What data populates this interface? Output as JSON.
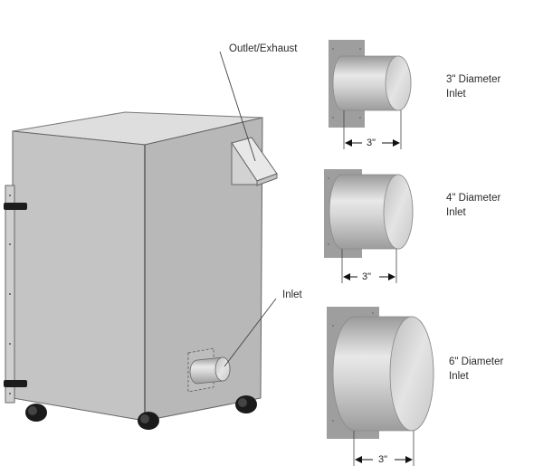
{
  "diagram": {
    "type": "technical-illustration",
    "subject": "cabinet unit on casters with inlet adapter options",
    "callouts": {
      "outlet": "Outlet/Exhaust",
      "inlet": "Inlet"
    },
    "adapters": [
      {
        "diameter_label": "3\" Diameter",
        "line2": "Inlet",
        "length_label": "3\""
      },
      {
        "diameter_label": "4\" Diameter",
        "line2": "Inlet",
        "length_label": "3\""
      },
      {
        "diameter_label": "6\" Diameter",
        "line2": "Inlet",
        "length_label": "3\""
      }
    ],
    "colors": {
      "cabinet_front": "#c4c4c4",
      "cabinet_side": "#b6b6b6",
      "cabinet_top": "#dcdcdc",
      "plate": "#9c9c9c",
      "pipe_light": "#e6e6e6",
      "pipe_dark": "#a8a8a8",
      "caster": "#1a1a1a"
    }
  }
}
